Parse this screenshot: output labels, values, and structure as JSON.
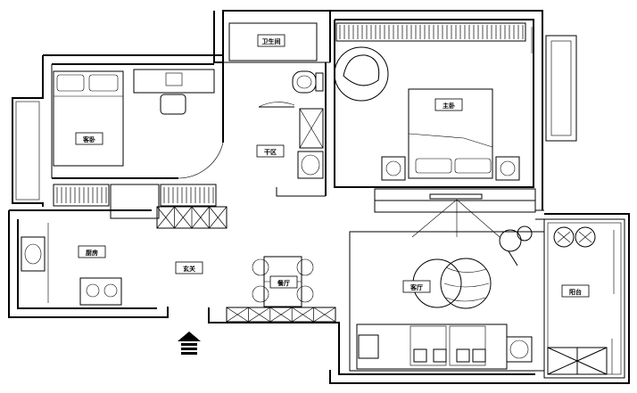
{
  "rooms": {
    "bathroom": "卫生间",
    "master_bedroom": "主卧",
    "second_bedroom": "客卧",
    "drying_area": "干区",
    "kitchen": "厨房",
    "entrance": "玄关",
    "dining_room": "餐厅",
    "living_room": "客厅",
    "balcony": "阳台"
  },
  "icons": {
    "entry": "entry-arrow-icon",
    "plants": "potted-plant-icon",
    "lamp": "floor-lamp-icon"
  }
}
